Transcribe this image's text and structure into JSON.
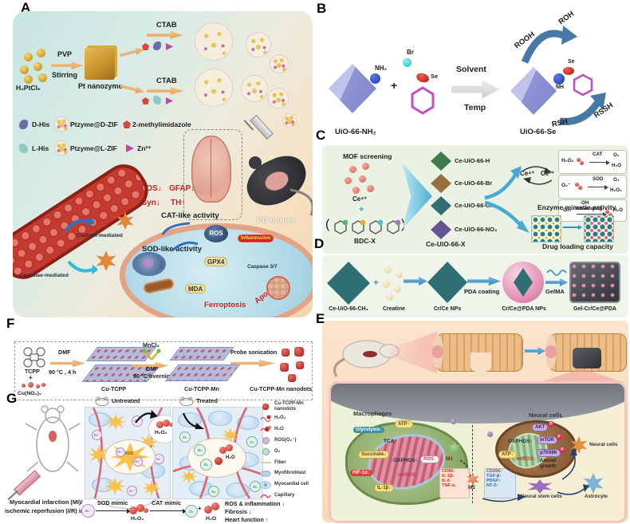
{
  "panels": {
    "a": {
      "label": "A",
      "h2ptcl6": "H₂PtCl₆",
      "pvp": "PVP",
      "stirring": "Stirring",
      "pt_nanozyme": "Pt nanozyme",
      "ctab1": "CTAB",
      "ctab2": "CTAB",
      "d_his": "D-His",
      "ptzyme_d": "Ptzyme@D-ZIF",
      "mim": "2-methylimidazole",
      "l_his": "L-His",
      "ptzyme_l": "Ptzyme@L-ZIF",
      "zn": "Zn²⁺",
      "ros_down": "ROS↓",
      "gfap_down": "GFAP↓",
      "asyn_down": "α-Syn↓",
      "th_up": "TH↑",
      "clathrin": "Clathrin-mediated",
      "caveolae": "Caveolae-mediated",
      "cat_like": "CAT-like activity",
      "sod_like": "SOD-like activity",
      "ros": "ROS",
      "pd_mouse": "PD mouse",
      "inflammation": "Inflammation",
      "gpx4": "GPX4",
      "caspase": "Caspase 3/7",
      "mda": "MDA",
      "ferroptosis": "Ferroptosis",
      "apoptosis": "Apoptosis"
    },
    "b": {
      "label": "B",
      "uio_nh2": "UiO-66-NH₂",
      "nh2": "NH₂",
      "plus": "+",
      "br": "Br",
      "se": "Se",
      "solvent": "Solvent",
      "temp": "Temp",
      "uio_se": "UiO-66-Se",
      "se2": "Se",
      "nh": "NH",
      "rooh": "ROOH",
      "roh": "ROH",
      "rsh": "RSH",
      "rssh": "RSSH"
    },
    "c": {
      "label": "C",
      "mof": "MOF screening",
      "ce4": "Ce⁴⁺",
      "plus": "+",
      "bdcx": "BDC-X",
      "v_h": "Ce-UiO-66-H",
      "v_br": "Ce-UiO-66-Br",
      "v_ch3": "Ce-UiO-66-CH₃",
      "v_no2": "Ce-UiO-66-NO₂",
      "family": "Ce-UiO-66-X",
      "ce4b": "Ce⁴⁺",
      "ce3": "Ce³⁺",
      "r1s": "H₂O₂",
      "r1e": "CAT",
      "r1p1": "O₂",
      "r1p2": "H₂O",
      "r2s": "O₂⁻",
      "r2e": "SOD",
      "r2p1": "O₂",
      "r2p2": "H₂O₂",
      "r3s": "·OH",
      "r3e1": "·OH",
      "r3e2": "scavenging",
      "r3p": "H₂O",
      "enzyme_title": "Enzyme mimetic activity",
      "drug_title": "Drug loading capacity"
    },
    "d": {
      "label": "D",
      "s1": "Ce-UiO-66-CH₃",
      "plus": "+",
      "s2": "Creatine",
      "s3": "Cr/Ce NPs",
      "pda": "PDA coating",
      "s4": "Cr/Ce@PDA NPs",
      "gelma": "GelMA",
      "s5": "Gel-Cr/Ce@PDA"
    },
    "e": {
      "label": "E",
      "macrophages": "Macrophages",
      "glycolysis": "Glycolysis↓",
      "atp1": "ATP↑",
      "tca": "TCA↑",
      "succinate": "Succinate↓",
      "oxphos1": "OXPHOS↑",
      "hif": "HIF-1α↓",
      "mtros1": "mtROS↓",
      "il1b": "IL-1β↓",
      "ros": "ROS↓",
      "m1": "M1",
      "m2": "M2",
      "m1_1": "CD86↓",
      "m1_2": "IL-1β↓",
      "m1_3": "IL-6↓",
      "m1_4": "TNF-α↓",
      "m2_1": "CD206↑",
      "m2_2": "TGF-β↑",
      "m2_3": "PDGF↑",
      "m2_4": "NT-3↑",
      "neural": "Neural cells",
      "akt": "AKT",
      "mtor": "mTOR",
      "p70": "p70S6K",
      "p": "P",
      "oxphos2": "OXPHOS↑",
      "atp2": "ATP↑",
      "mtros2": "mtROS↓",
      "axonal1": "Axonal",
      "axonal2": "growth",
      "nsc": "Neural stem cells",
      "astrocyte": "Astrocyte",
      "neural2": "Neural cells"
    },
    "f": {
      "label": "F",
      "tcpp": "TCPP",
      "plus": "+",
      "cu": "Cu(NO₃)₂",
      "dmf1": "DMF",
      "cond1": "90 °C , 4 h",
      "cutcpp": "Cu-TCPP",
      "mncl2": "MnCl₂",
      "dmf2": "DMF",
      "cond2": "90 °C overnight",
      "cutcppmn": "Cu-TCPP-Mn",
      "sonication": "Probe sonication",
      "nanodots": "Cu-TCPP-Mn nanodots"
    },
    "g": {
      "label": "G",
      "untreated": "Untreated",
      "treated": "Treated",
      "injury1": "Myocardial infarction (MI)/",
      "injury2": "ischemic reperfusion (I/R) injury",
      "h2o2": "H₂O₂",
      "h2o": "H₂O",
      "o2minus": "O₂⁻",
      "o2": "O₂",
      "plus": "+",
      "ros_burst": "ROS",
      "sod_mimic": "SOD mimic",
      "cat_mimic": "CAT mimic",
      "out1": "ROS & inflammation ↓",
      "out2": "Fibrosis ↓",
      "out3": "Heart function ↑",
      "legend": [
        {
          "name": "Cu-TCPP-Mn nanodots"
        },
        {
          "name": "H₂O₂"
        },
        {
          "name": "H₂O"
        },
        {
          "name": "ROS(O₂⁻)"
        },
        {
          "name": "O₂"
        },
        {
          "name": "Fiber"
        },
        {
          "name": "Myofibroblast"
        },
        {
          "name": "Myocardial cell"
        },
        {
          "name": "Capillary"
        }
      ]
    }
  }
}
